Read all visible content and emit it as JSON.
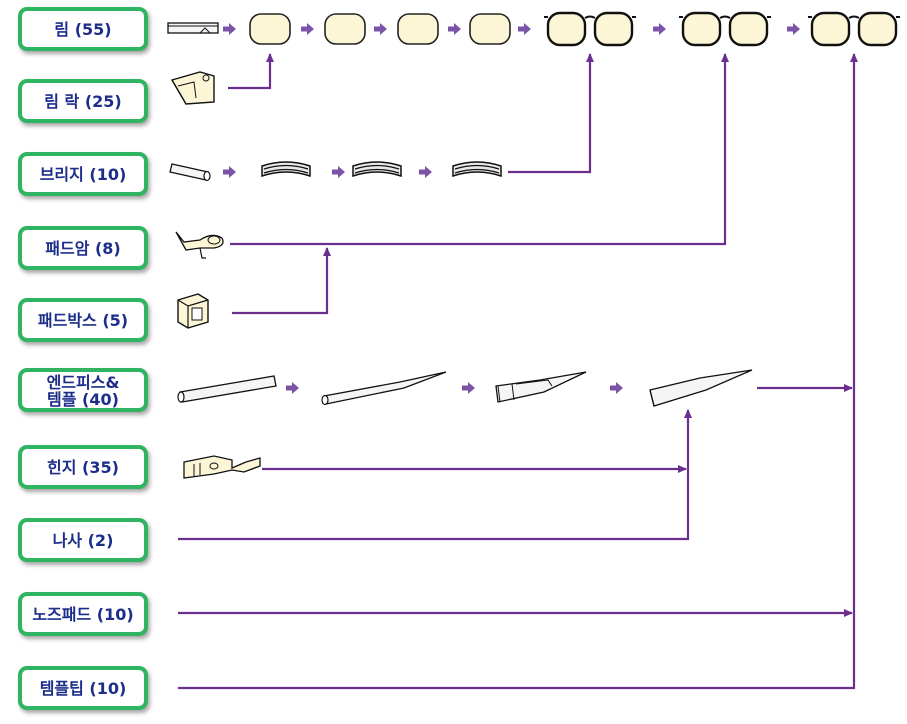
{
  "colors": {
    "connector": "#6b2f8f",
    "arrow": "#7b54a8",
    "box_border": "#2fb561",
    "label_text": "#1c2d8a",
    "lens_fill": "#fdf6d6"
  },
  "parts": [
    {
      "id": "rim",
      "label": "림 (55)"
    },
    {
      "id": "rim-lock",
      "label": "림 락 (25)"
    },
    {
      "id": "bridge",
      "label": "브리지 (10)"
    },
    {
      "id": "pad-arm",
      "label": "패드암 (8)"
    },
    {
      "id": "pad-box",
      "label": "패드박스 (5)"
    },
    {
      "id": "endpiece-temple",
      "label_line1": "엔드피스&",
      "label_line2": "템플 (40)"
    },
    {
      "id": "hinge",
      "label": "힌지 (35)"
    },
    {
      "id": "screw",
      "label": "나사 (2)"
    },
    {
      "id": "nose-pad",
      "label": "노즈패드 (10)"
    },
    {
      "id": "temple-tip",
      "label": "템플팁 (10)"
    }
  ],
  "icons": {
    "rim_wire": "rim-wire-icon",
    "single_lens_frame": "single-lens-frame-icon",
    "double_lens_frame": "double-lens-frame-icon",
    "rim_lock_part": "rim-lock-part-icon",
    "bridge_rod": "bridge-rod-icon",
    "bridge_bent": "bridge-bent-icon",
    "pad_arm_part": "pad-arm-part-icon",
    "pad_box_part": "pad-box-part-icon",
    "temple_rod": "temple-rod-icon",
    "temple_tapered": "temple-tapered-icon",
    "hinge_part": "hinge-part-icon",
    "flow_arrow": "flow-arrow-icon"
  }
}
